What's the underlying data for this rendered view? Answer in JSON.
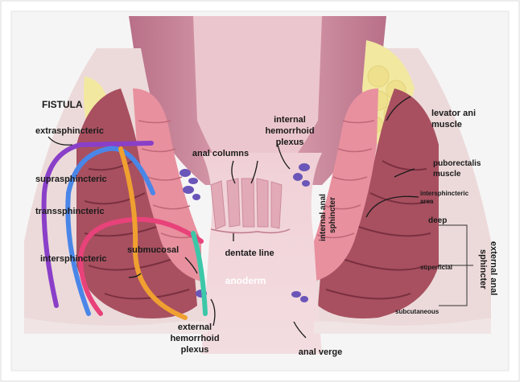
{
  "diagram": {
    "heading": "FISTULA",
    "fistula_types": [
      {
        "label": "extrasphincteric",
        "color": "#8a3fc8"
      },
      {
        "label": "suprasphincteric",
        "color": "#4a86e8"
      },
      {
        "label": "transsphincteric",
        "color": "#e8427a"
      },
      {
        "label": "intersphincteric",
        "color": "#f0a030"
      },
      {
        "label": "submucosal",
        "color": "#3cc8a8"
      }
    ],
    "labels": {
      "internal_plexus_1": "internal",
      "internal_plexus_2": "hemorrhoid",
      "internal_plexus_3": "plexus",
      "anal_columns": "anal columns",
      "dentate_line": "dentate line",
      "anoderm": "anoderm",
      "external_plexus_1": "external",
      "external_plexus_2": "hemorrhoid",
      "external_plexus_3": "plexus",
      "anal_verge": "anal verge",
      "levator_1": "levator ani",
      "levator_2": "muscle",
      "puborectalis_1": "puborectalis",
      "puborectalis_2": "muscle",
      "intersphincteric_area_1": "intersphincteric",
      "intersphincteric_area_2": "area",
      "internal_sphincter_1": "internal anal",
      "internal_sphincter_2": "sphincter",
      "deep": "deep",
      "superficial": "superficial",
      "subcutaneous": "subcutaneous",
      "external_sphincter_1": "external anal",
      "external_sphincter_2": "sphincter"
    },
    "colors": {
      "tissue_pink": "#e8b8c0",
      "muscle_red": "#b05a68",
      "muscle_dark": "#7a3040",
      "fat_yellow": "#f2e8a0",
      "plexus_purple": "#6a55b8",
      "background": "#f4f2f2"
    }
  }
}
